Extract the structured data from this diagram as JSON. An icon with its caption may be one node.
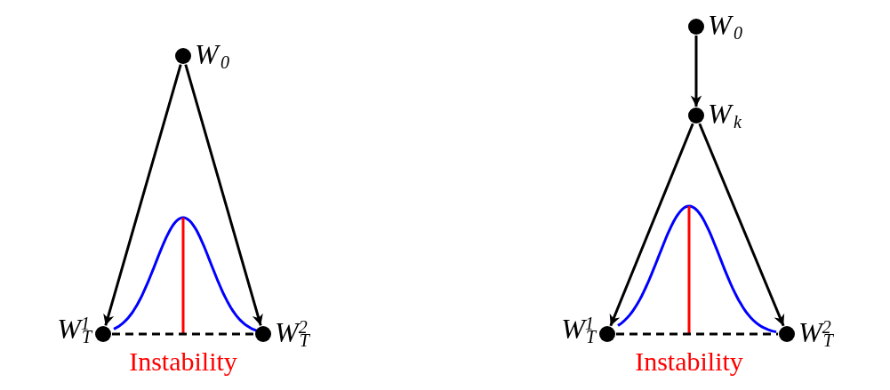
{
  "diagram": {
    "nodes": [
      {
        "text": [],
        "shape": "circle",
        "beside": [
          "W$_{0}$"
        ]
      },
      {
        "text": [],
        "shape": "circle",
        "beside": [
          "W$^{1}$$_{T}$"
        ]
      },
      {
        "text": [],
        "shape": "circle",
        "beside": [
          "W$^{2}$$_{T}$"
        ]
      },
      {
        "text": [],
        "shape": "circle",
        "beside": [
          "W$_{0}$"
        ]
      },
      {
        "text": [],
        "shape": "circle",
        "beside": [
          "W$_{k}$"
        ]
      },
      {
        "text": [],
        "shape": "circle",
        "beside": [
          "W$^{1}$$_{T}$"
        ]
      },
      {
        "text": [],
        "shape": "circle",
        "beside": [
          "W$^{2}$$_{T}$"
        ]
      }
    ],
    "edges": [
      {
        "from": 0,
        "to": 1,
        "arrow": "to"
      },
      {
        "from": 0,
        "to": 2,
        "arrow": "to"
      },
      {
        "from": 1,
        "to": 2,
        "arrow": "none",
        "style": "dashed"
      },
      {
        "from": 3,
        "to": 4,
        "arrow": "to"
      },
      {
        "from": 4,
        "to": 5,
        "arrow": "to"
      },
      {
        "from": 4,
        "to": 6,
        "arrow": "to"
      },
      {
        "from": 5,
        "to": 6,
        "arrow": "none",
        "style": "dashed"
      }
    ],
    "labels": [
      "Instability",
      "Instability"
    ]
  }
}
